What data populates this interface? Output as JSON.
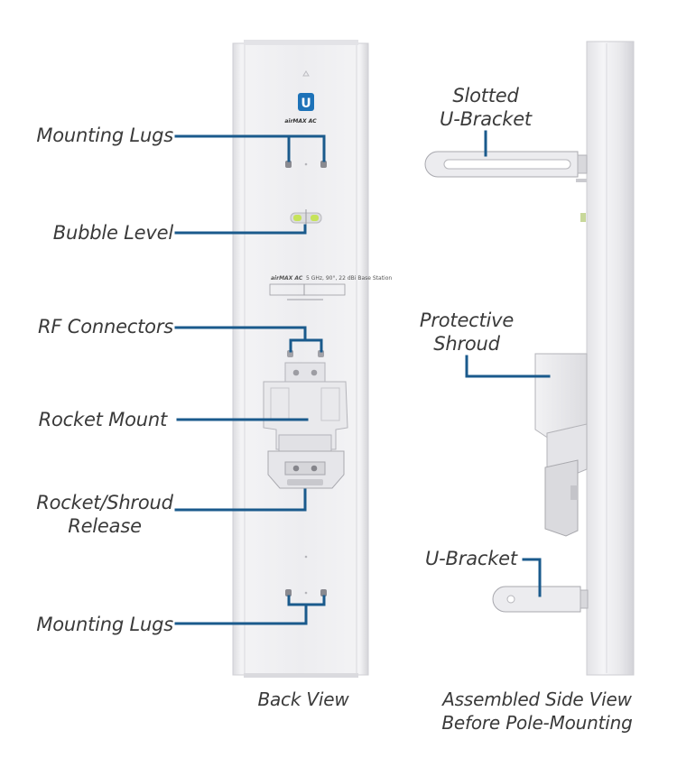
{
  "labels": {
    "mounting_lugs_top": "Mounting Lugs",
    "bubble_level": "Bubble Level",
    "rf_connectors": "RF Connectors",
    "rocket_mount": "Rocket Mount",
    "rocket_shroud_release_1": "Rocket/Shroud",
    "rocket_shroud_release_2": "Release",
    "mounting_lugs_bottom": "Mounting Lugs",
    "slotted_ubracket_1": "Slotted",
    "slotted_ubracket_2": "U-Bracket",
    "protective_shroud_1": "Protective",
    "protective_shroud_2": "Shroud",
    "ubracket": "U-Bracket"
  },
  "captions": {
    "back_view": "Back View",
    "side_view_1": "Assembled Side View",
    "side_view_2": "Before Pole-Mounting"
  },
  "device": {
    "brand_mark": "U",
    "product_badge": "airMAX AC",
    "sticker_brand": "airMAX AC",
    "sticker_line": "5 GHz, 90°, 22 dBi Base Station"
  },
  "colors": {
    "leader": "#1a5a8c",
    "panel": "#ececee",
    "panel_edge": "#d2d2d6",
    "label_text": "#3a3a3a"
  },
  "icons": [
    "ubiquiti-logo-icon",
    "bubble-level-icon"
  ]
}
